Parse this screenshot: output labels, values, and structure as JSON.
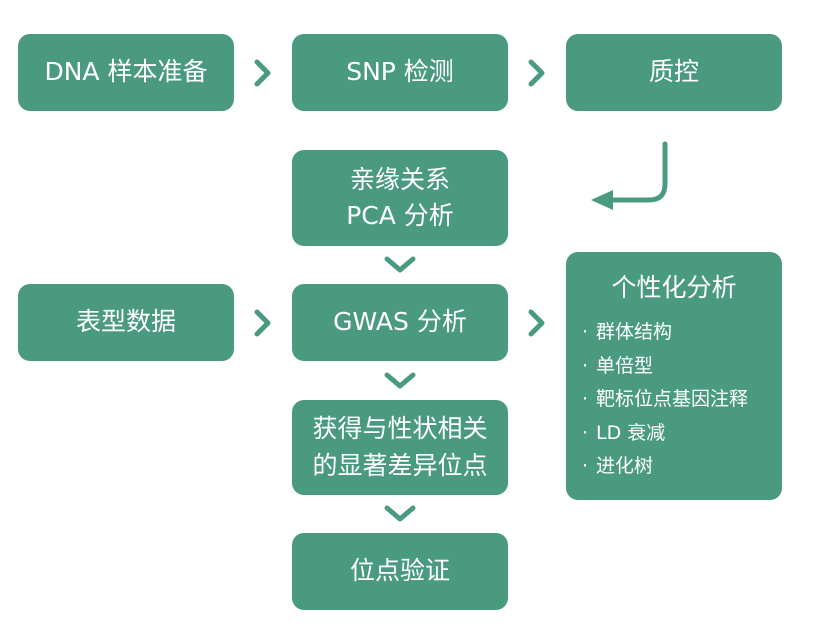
{
  "theme": {
    "box_color": "#4a9a80",
    "text_color": "#ffffff",
    "background": "#ffffff"
  },
  "steps": {
    "dna_sample_prep": "DNA 样本准备",
    "snp_detection": "SNP 检测",
    "quality_control": "质控",
    "kinship_line1": "亲缘关系",
    "kinship_line2": "PCA 分析",
    "phenotype_data": "表型数据",
    "gwas_analysis": "GWAS 分析",
    "significant_loci_line1": "获得与性状相关",
    "significant_loci_line2": "的显著差异位点",
    "locus_validation": "位点验证"
  },
  "personalized_panel": {
    "title": "个性化分析",
    "bullet": "·",
    "items": [
      "群体结构",
      "单倍型",
      "靶标位点基因注释",
      "LD 衰减",
      "进化树"
    ]
  },
  "icons": {
    "step_arrow": "chevron-right-icon",
    "flow_arrow": "chevron-down-icon",
    "return_arrow": "curved-return-arrow-icon"
  }
}
